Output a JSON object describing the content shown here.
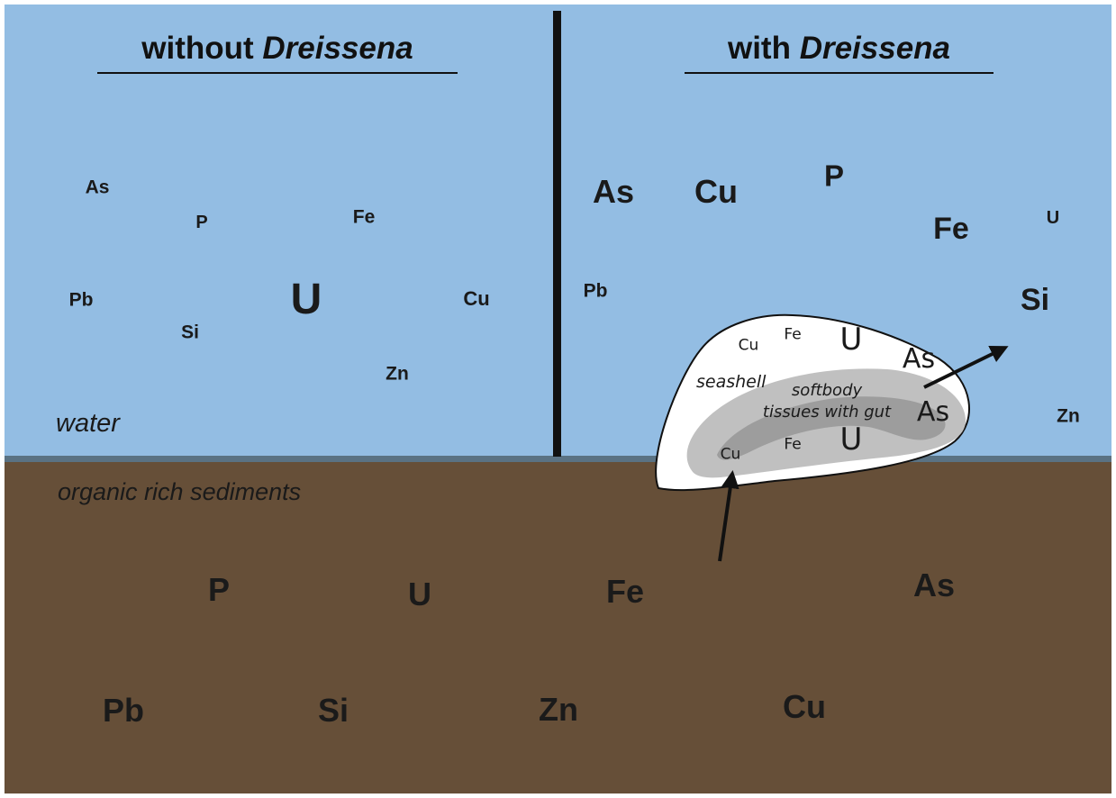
{
  "colors": {
    "water": "#93bde3",
    "sediment": "#664f38",
    "interface": "#5a7283",
    "shell": "#ffffff",
    "soft_tissue": "#c0c0c0",
    "gut": "#9d9d9d"
  },
  "panels": {
    "left": {
      "title_prefix": "without ",
      "title_italic": "Dreissena"
    },
    "right": {
      "title_prefix": "with ",
      "title_italic": "Dreissena"
    }
  },
  "zones": {
    "water": "water",
    "sediments": "organic rich sediments"
  },
  "water_left": [
    {
      "id": "as",
      "symbol": "As"
    },
    {
      "id": "p",
      "symbol": "P"
    },
    {
      "id": "fe",
      "symbol": "Fe"
    },
    {
      "id": "pb",
      "symbol": "Pb"
    },
    {
      "id": "u",
      "symbol": "U"
    },
    {
      "id": "cu",
      "symbol": "Cu"
    },
    {
      "id": "si",
      "symbol": "Si"
    },
    {
      "id": "zn",
      "symbol": "Zn"
    }
  ],
  "water_right": [
    {
      "id": "as",
      "symbol": "As"
    },
    {
      "id": "cu",
      "symbol": "Cu"
    },
    {
      "id": "p",
      "symbol": "P"
    },
    {
      "id": "fe",
      "symbol": "Fe"
    },
    {
      "id": "u",
      "symbol": "U"
    },
    {
      "id": "pb",
      "symbol": "Pb"
    },
    {
      "id": "si",
      "symbol": "Si"
    },
    {
      "id": "zn",
      "symbol": "Zn"
    }
  ],
  "mussel": {
    "shell_label": "seashell",
    "tissue_label_line1": "softbody",
    "tissue_label_line2": "tissues with gut",
    "shell_elements": [
      {
        "id": "cu",
        "symbol": "Cu"
      },
      {
        "id": "fe",
        "symbol": "Fe"
      },
      {
        "id": "u",
        "symbol": "U"
      },
      {
        "id": "as",
        "symbol": "As"
      }
    ],
    "tissue_elements": [
      {
        "id": "as",
        "symbol": "As"
      },
      {
        "id": "u",
        "symbol": "U"
      },
      {
        "id": "fe",
        "symbol": "Fe"
      },
      {
        "id": "cu",
        "symbol": "Cu"
      }
    ]
  },
  "sediment_elements": [
    {
      "id": "p",
      "symbol": "P"
    },
    {
      "id": "u",
      "symbol": "U"
    },
    {
      "id": "fe",
      "symbol": "Fe"
    },
    {
      "id": "as",
      "symbol": "As"
    },
    {
      "id": "pb",
      "symbol": "Pb"
    },
    {
      "id": "si",
      "symbol": "Si"
    },
    {
      "id": "zn",
      "symbol": "Zn"
    },
    {
      "id": "cu",
      "symbol": "Cu"
    }
  ]
}
